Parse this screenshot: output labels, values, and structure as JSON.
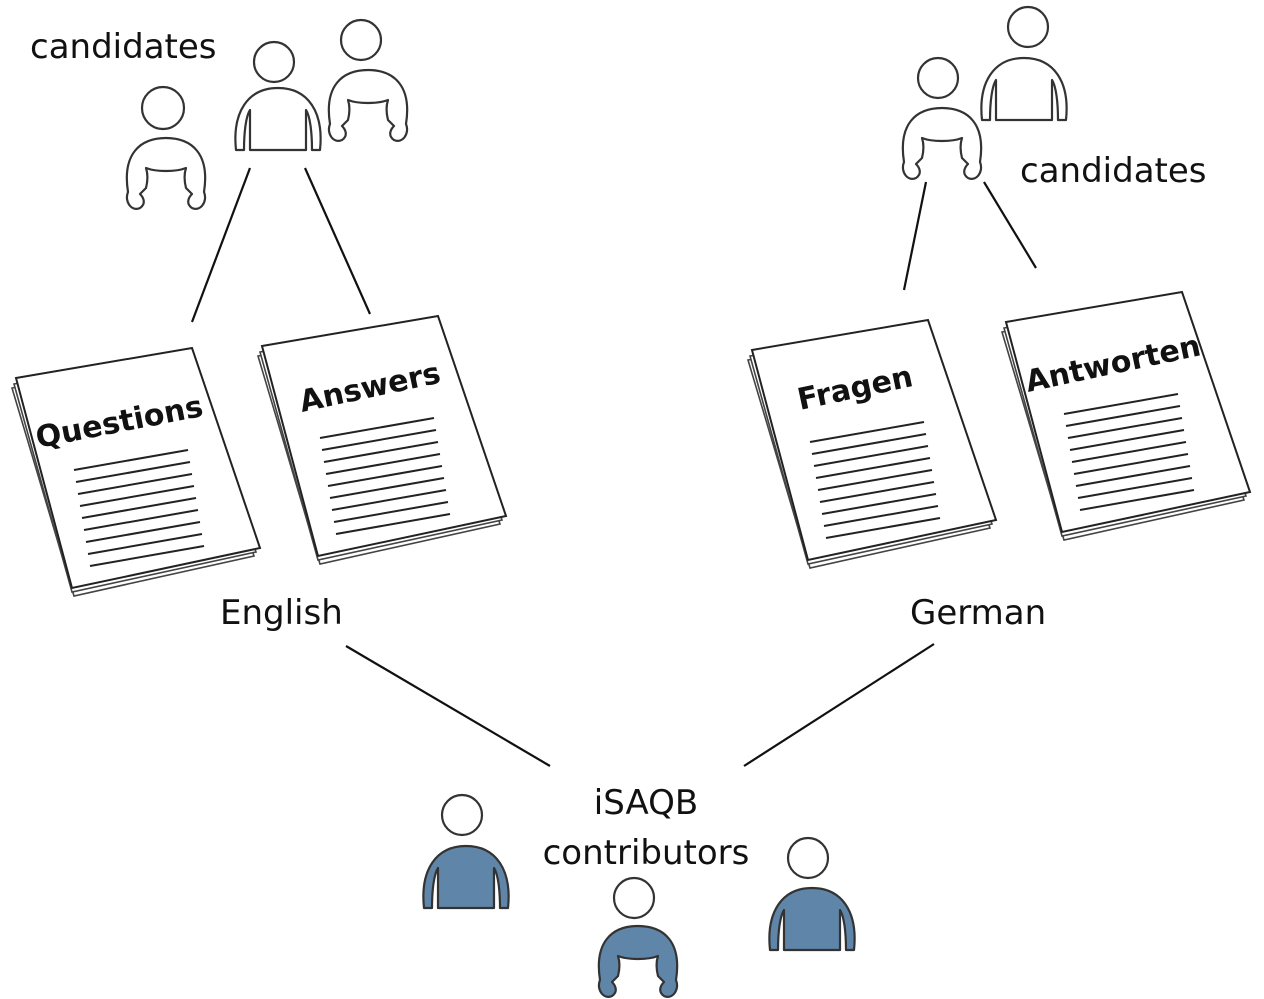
{
  "labels": {
    "candidates_en": "candidates",
    "candidates_de": "candidates",
    "english": "English",
    "german": "German",
    "contributors_line1": "iSAQB",
    "contributors_line2": "contributors"
  },
  "documents": {
    "questions": "Questions",
    "answers": "Answers",
    "fragen": "Fragen",
    "antworten": "Antworten"
  },
  "colors": {
    "contributor_fill": "#5f86a8",
    "candidate_fill": "#ffffff",
    "line": "#111111"
  }
}
